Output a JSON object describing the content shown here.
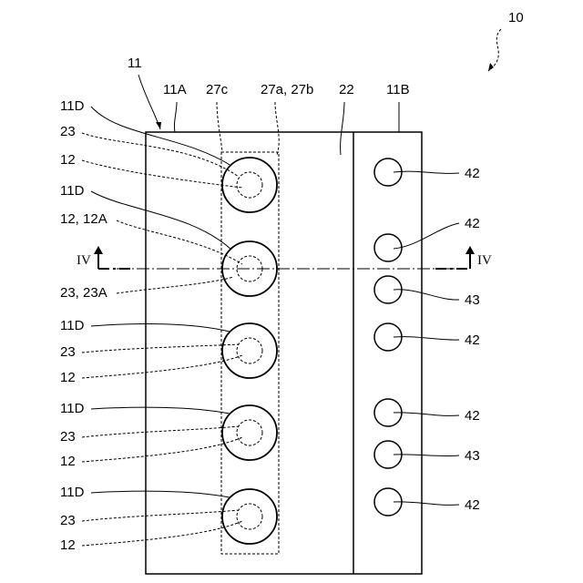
{
  "figure": {
    "id_label": "10",
    "body_label": "11",
    "section_labels": [
      "11A",
      "27c",
      "27a, 27b",
      "22",
      "11B"
    ],
    "cut_line": {
      "left_label": "IV",
      "right_label": "IV"
    },
    "left_labels": [
      "11D",
      "23",
      "12",
      "11D",
      "12, 12A",
      "23, 23A",
      "11D",
      "23",
      "12",
      "11D",
      "23",
      "12",
      "11D",
      "23",
      "12"
    ],
    "right_labels": [
      "42",
      "42",
      "43",
      "42",
      "42",
      "43",
      "42"
    ]
  }
}
